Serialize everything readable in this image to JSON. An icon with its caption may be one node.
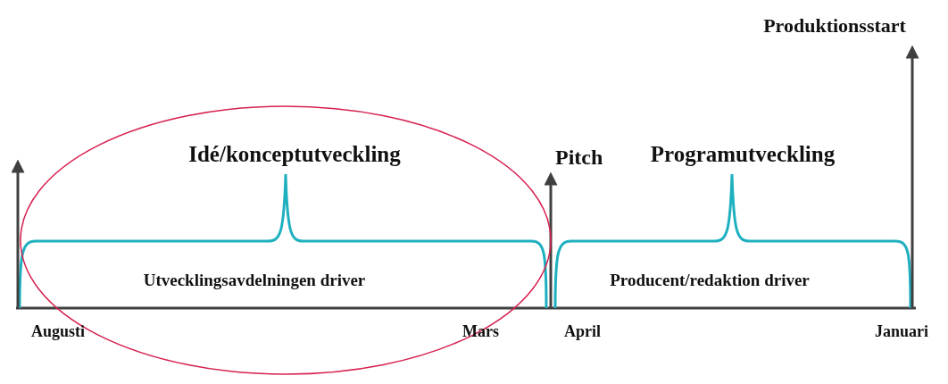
{
  "diagram": {
    "nodes": [
      {
        "text": [
          "Idé/konceptutveckling",
          "Utvecklingsavdelningen driver"
        ]
      }
    ],
    "labels": [
      "Produktionsstart",
      "Pitch",
      "Programutveckling",
      "Producent/redaktion driver",
      "Augusti",
      "Mars",
      "April",
      "Januari"
    ]
  }
}
